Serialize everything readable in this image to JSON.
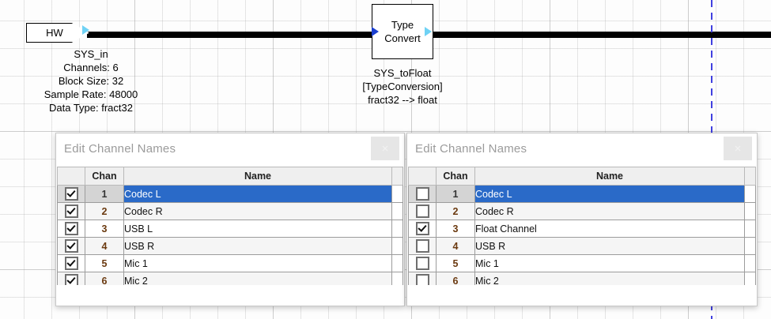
{
  "canvas": {
    "blocks": [
      {
        "id": "hw",
        "title": "HW",
        "name": "SYS_in",
        "properties": [
          "Channels: 6",
          "Block Size: 32",
          "Sample Rate: 48000",
          "Data Type: fract32"
        ]
      },
      {
        "id": "type-convert",
        "title_line1": "Type",
        "title_line2": "Convert",
        "name": "SYS_toFloat",
        "kind": "[TypeConversion]",
        "conversion": "fract32 --> float"
      }
    ]
  },
  "dialogs": [
    {
      "title": "Edit Channel Names",
      "close_label": "×",
      "columns": [
        "",
        "Chan",
        "Name"
      ],
      "rows": [
        {
          "checked": true,
          "chan": "1",
          "name": "Codec L",
          "selected": true
        },
        {
          "checked": true,
          "chan": "2",
          "name": "Codec R",
          "selected": false
        },
        {
          "checked": true,
          "chan": "3",
          "name": "USB L",
          "selected": false
        },
        {
          "checked": true,
          "chan": "4",
          "name": "USB R",
          "selected": false
        },
        {
          "checked": true,
          "chan": "5",
          "name": "Mic 1",
          "selected": false
        },
        {
          "checked": true,
          "chan": "6",
          "name": "Mic 2",
          "selected": false
        }
      ]
    },
    {
      "title": "Edit Channel Names",
      "close_label": "×",
      "columns": [
        "",
        "Chan",
        "Name"
      ],
      "rows": [
        {
          "checked": false,
          "chan": "1",
          "name": "Codec L",
          "selected": true
        },
        {
          "checked": false,
          "chan": "2",
          "name": "Codec R",
          "selected": false
        },
        {
          "checked": true,
          "chan": "3",
          "name": "Float Channel",
          "selected": false
        },
        {
          "checked": false,
          "chan": "4",
          "name": "USB R",
          "selected": false
        },
        {
          "checked": false,
          "chan": "5",
          "name": "Mic 1",
          "selected": false
        },
        {
          "checked": false,
          "chan": "6",
          "name": "Mic 2",
          "selected": false
        }
      ]
    }
  ],
  "colors": {
    "selection": "#2a6ac8",
    "wire": "#000000",
    "cursor_line": "#4040e0",
    "port_in": "#1a3fd0",
    "port_out": "#6fd2f5"
  }
}
